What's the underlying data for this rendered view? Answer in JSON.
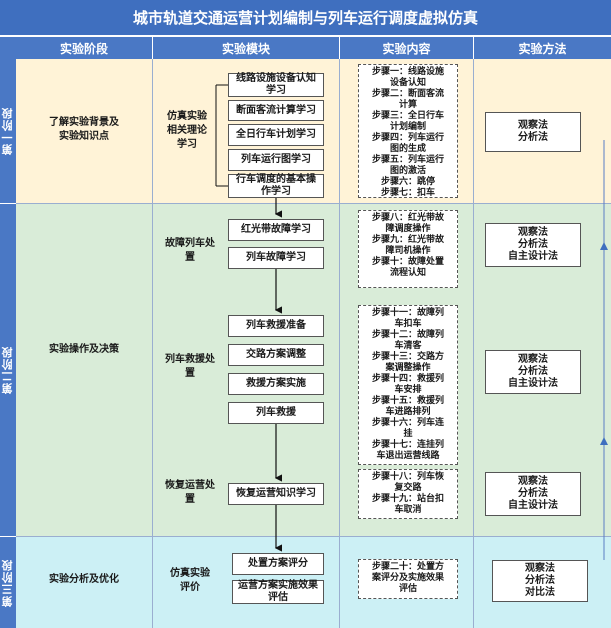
{
  "title": "城市轨道交通运营计划编制与列车运行调度虚拟仿真",
  "headers": [
    "实验阶段",
    "实验模块",
    "实验内容",
    "实验方法"
  ],
  "stages": [
    "第一阶段",
    "第二阶段",
    "第三阶段"
  ],
  "stage1": {
    "phase": "了解实验背景及\n实验知识点",
    "module": "仿真实验\n相关理论\n学习",
    "boxes": [
      "线路设施设备认知\n学习",
      "断面客流计算学习",
      "全日行车计划学习",
      "列车运行图学习",
      "行车调度的基本操\n作学习"
    ],
    "steps": [
      "步骤一：线路设施",
      "设备认知",
      "步骤二：断面客流",
      "计算",
      "步骤三：全日行车",
      "计划编制",
      "步骤四：列车运行",
      "图的生成",
      "步骤五：列车运行",
      "图的激活",
      "步骤六：跳停",
      "步骤七：扣车"
    ],
    "methods": [
      "观察法",
      "分析法"
    ]
  },
  "stage2": {
    "phase": "实验操作及决策",
    "fault": {
      "module": "故障列车处\n置",
      "boxes": [
        "红光带故障学习",
        "列车故障学习"
      ],
      "steps": [
        "步骤八：红光带故",
        "障调度操作",
        "步骤九：红光带故",
        "障司机操作",
        "步骤十：故障处置",
        "流程认知"
      ],
      "methods": [
        "观察法",
        "分析法",
        "自主设计法"
      ]
    },
    "rescue": {
      "module": "列车救援处\n置",
      "boxes": [
        "列车救援准备",
        "交路方案调整",
        "救援方案实施",
        "列车救援"
      ],
      "steps": [
        "步骤十一：故障列",
        "车扣车",
        "步骤十二：故障列",
        "车清客",
        "步骤十三：交路方",
        "案调整操作",
        "步骤十四：救援列",
        "车安排",
        "步骤十五：救援列",
        "车进路排列",
        "步骤十六：列车连",
        "挂",
        "步骤十七：连挂列",
        "车退出运营线路"
      ],
      "methods": [
        "观察法",
        "分析法",
        "自主设计法"
      ]
    },
    "recovery": {
      "module": "恢复运营处\n置",
      "boxes": [
        "恢复运营知识学习"
      ],
      "steps": [
        "步骤十八：列车恢",
        "复交路",
        "步骤十九：站台扣",
        "车取消"
      ],
      "methods": [
        "观察法",
        "分析法",
        "自主设计法"
      ]
    }
  },
  "stage3": {
    "phase": "实验分析及优化",
    "module": "仿真实验\n评价",
    "boxes": [
      "处置方案评分",
      "运营方案实施效果\n评估"
    ],
    "steps": [
      "步骤二十：处置方",
      "案评分及实施效果",
      "评估"
    ],
    "methods": [
      "观察法",
      "分析法",
      "对比法"
    ]
  }
}
